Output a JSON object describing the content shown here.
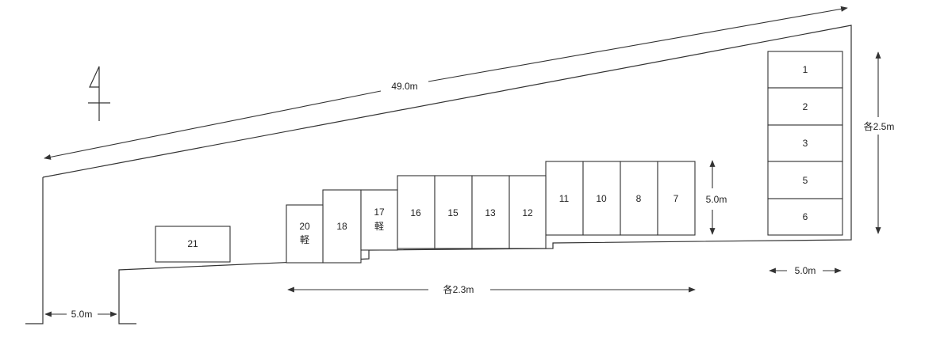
{
  "spaces": {
    "s1": "1",
    "s2": "2",
    "s3": "3",
    "s5": "5",
    "s6": "6",
    "s7": "7",
    "s8": "8",
    "s10": "10",
    "s11": "11",
    "s12": "12",
    "s13": "13",
    "s15": "15",
    "s16": "16",
    "s17": "17",
    "s17_kei": "軽",
    "s18": "18",
    "s20": "20",
    "s20_kei": "軽",
    "s21": "21"
  },
  "dimensions": {
    "diagonal": "49.0m",
    "space_width": "各2.3m",
    "space_depth": "5.0m",
    "right_width": "各2.5m",
    "right_depth": "5.0m",
    "entrance": "5.0m"
  }
}
